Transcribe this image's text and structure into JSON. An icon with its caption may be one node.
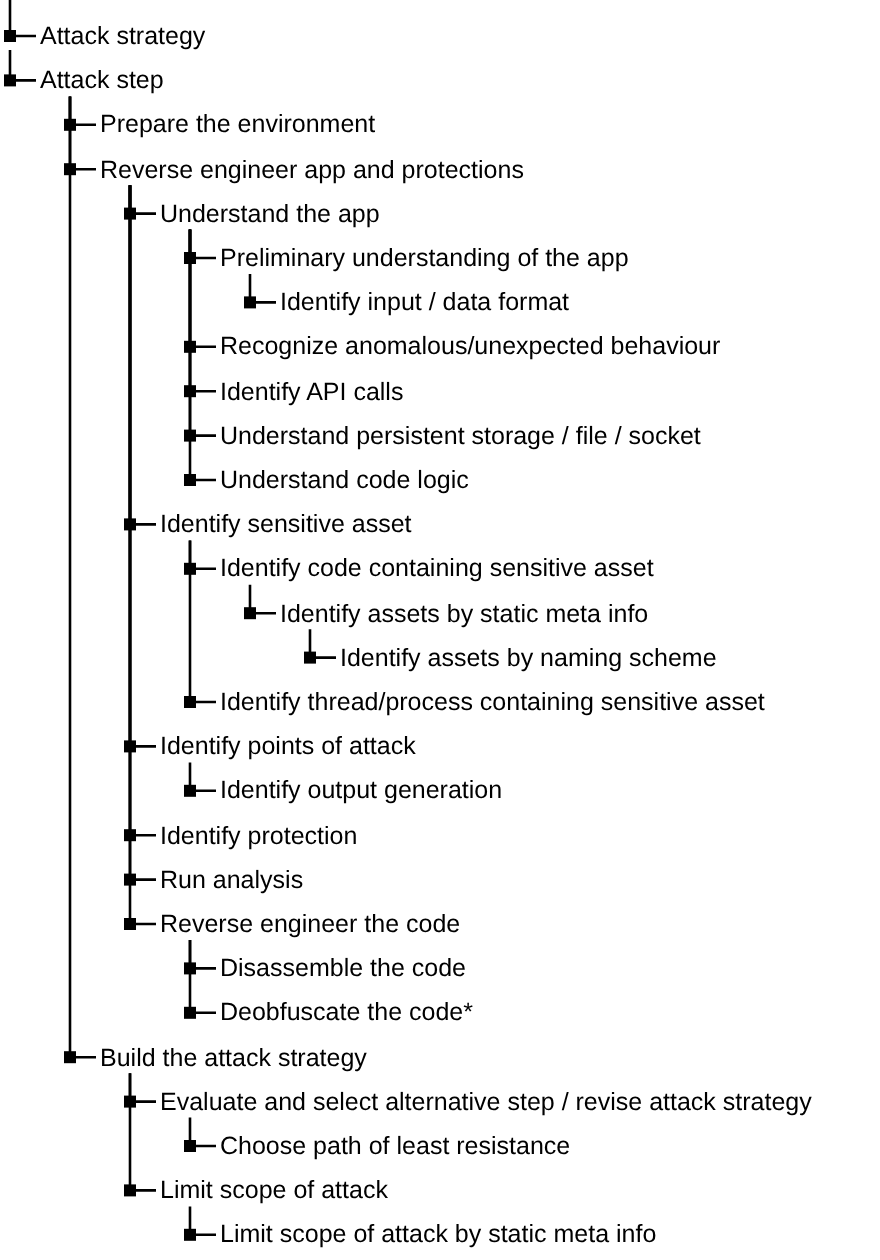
{
  "diagram": {
    "nodes": [
      {
        "text": [
          "Attack strategy"
        ]
      },
      {
        "text": [
          "Attack step"
        ]
      },
      {
        "text": [
          "Prepare the environment"
        ]
      },
      {
        "text": [
          "Reverse engineer app and protections"
        ]
      },
      {
        "text": [
          "Understand the app"
        ]
      },
      {
        "text": [
          "Preliminary understanding of the app"
        ]
      },
      {
        "text": [
          "Identify input / data format"
        ]
      },
      {
        "text": [
          "Recognize anomalous/unexpected behaviour"
        ]
      },
      {
        "text": [
          "Identify API calls"
        ]
      },
      {
        "text": [
          "Understand persistent storage / file / socket"
        ]
      },
      {
        "text": [
          "Understand code logic"
        ]
      },
      {
        "text": [
          "Identify sensitive asset"
        ]
      },
      {
        "text": [
          "Identify code containing sensitive asset"
        ]
      },
      {
        "text": [
          "Identify assets by static meta info"
        ]
      },
      {
        "text": [
          "Identify assets by naming scheme"
        ]
      },
      {
        "text": [
          "Identify thread/process containing sensitive asset"
        ]
      },
      {
        "text": [
          "Identify points of attack"
        ]
      },
      {
        "text": [
          "Identify output generation"
        ]
      },
      {
        "text": [
          "Identify protection"
        ]
      },
      {
        "text": [
          "Run analysis"
        ]
      },
      {
        "text": [
          "Reverse engineer the code"
        ]
      },
      {
        "text": [
          "Disassemble the code"
        ]
      },
      {
        "text": [
          "Deobfuscate the code*"
        ]
      },
      {
        "text": [
          "Build the attack strategy"
        ]
      },
      {
        "text": [
          "Evaluate and select alternative step / revise attack strategy"
        ]
      },
      {
        "text": [
          "Choose path of least resistance"
        ]
      },
      {
        "text": [
          "Limit scope of attack"
        ]
      },
      {
        "text": [
          "Limit scope of attack by static meta info"
        ]
      }
    ],
    "edges": [
      {
        "from": null,
        "to": 0,
        "arrow": "none"
      },
      {
        "from": 0,
        "to": 1,
        "arrow": "none"
      },
      {
        "from": 1,
        "to": 2,
        "arrow": "none"
      },
      {
        "from": 1,
        "to": 3,
        "arrow": "none"
      },
      {
        "from": 3,
        "to": 4,
        "arrow": "none"
      },
      {
        "from": 4,
        "to": 5,
        "arrow": "none"
      },
      {
        "from": 5,
        "to": 6,
        "arrow": "none"
      },
      {
        "from": 4,
        "to": 7,
        "arrow": "none"
      },
      {
        "from": 4,
        "to": 8,
        "arrow": "none"
      },
      {
        "from": 4,
        "to": 9,
        "arrow": "none"
      },
      {
        "from": 4,
        "to": 10,
        "arrow": "none"
      },
      {
        "from": 3,
        "to": 11,
        "arrow": "none"
      },
      {
        "from": 11,
        "to": 12,
        "arrow": "none"
      },
      {
        "from": 12,
        "to": 13,
        "arrow": "none"
      },
      {
        "from": 13,
        "to": 14,
        "arrow": "none"
      },
      {
        "from": 11,
        "to": 15,
        "arrow": "none"
      },
      {
        "from": 3,
        "to": 16,
        "arrow": "none"
      },
      {
        "from": 16,
        "to": 17,
        "arrow": "none"
      },
      {
        "from": 3,
        "to": 18,
        "arrow": "none"
      },
      {
        "from": 3,
        "to": 19,
        "arrow": "none"
      },
      {
        "from": 3,
        "to": 20,
        "arrow": "none"
      },
      {
        "from": 20,
        "to": 21,
        "arrow": "none"
      },
      {
        "from": 20,
        "to": 22,
        "arrow": "none"
      },
      {
        "from": 1,
        "to": 23,
        "arrow": "none"
      },
      {
        "from": 23,
        "to": 24,
        "arrow": "none"
      },
      {
        "from": 24,
        "to": 25,
        "arrow": "none"
      },
      {
        "from": 23,
        "to": 26,
        "arrow": "none"
      },
      {
        "from": 26,
        "to": 27,
        "arrow": "none"
      }
    ]
  }
}
